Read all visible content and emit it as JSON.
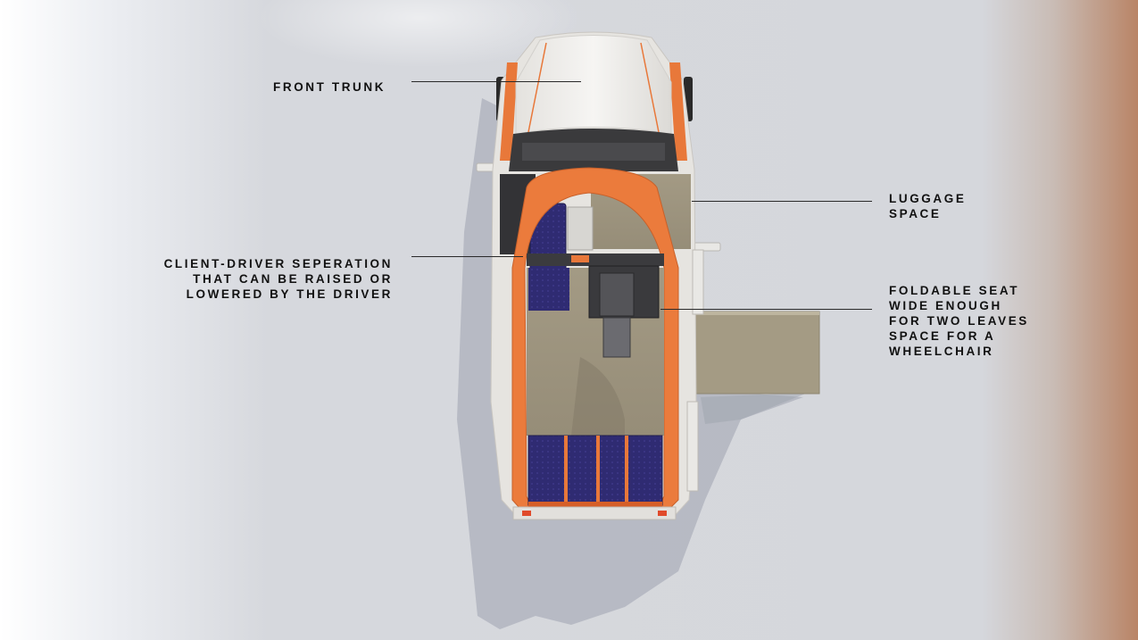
{
  "callouts": {
    "front_trunk": {
      "lines": [
        "FRONT TRUNK"
      ]
    },
    "luggage_space": {
      "lines": [
        "LUGGAGE",
        "SPACE"
      ]
    },
    "client_driver": {
      "lines": [
        "CLIENT-DRIVER SEPERATION",
        "THAT CAN BE RAISED OR",
        "LOWERED BY THE DRIVER"
      ]
    },
    "foldable_seat": {
      "lines": [
        "FOLDABLE SEAT",
        "WIDE ENOUGH",
        "FOR TWO LEAVES",
        "SPACE FOR A",
        "WHEELCHAIR"
      ]
    }
  },
  "colors": {
    "body_white": "#f1f0ee",
    "accent_orange": "#e8783a",
    "seat_blue": "#2e2a6e",
    "floor_tan": "#9d9480",
    "leader_line": "#2a2a2a"
  }
}
